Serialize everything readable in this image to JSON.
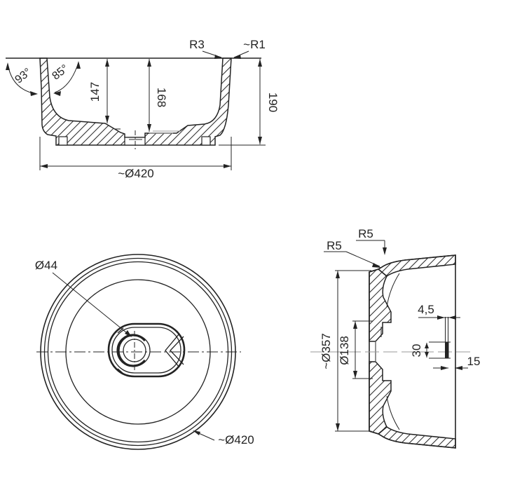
{
  "page": {
    "background": "#ffffff",
    "ink_color": "#232323",
    "aux_line_color": "#9a9a9a"
  },
  "views": {
    "front_section": {
      "labels": {
        "fillet_top": "R3",
        "fillet_edge": "~R1",
        "angle_outer": "93°",
        "angle_inner": "85°",
        "depth_basin": "147",
        "depth_drain": "168",
        "height_total": "190",
        "diameter_rim": "~Ø420"
      }
    },
    "top_view": {
      "labels": {
        "diameter_drain": "Ø44",
        "diameter_rim": "~Ø420"
      }
    },
    "side_section": {
      "labels": {
        "fillet_upper": "R5",
        "fillet_lower": "R5",
        "diameter_base": "~Ø357",
        "diameter_recess": "Ø138",
        "slot_width": "4,5",
        "slot_height": "30",
        "slot_offset": "15"
      }
    }
  }
}
